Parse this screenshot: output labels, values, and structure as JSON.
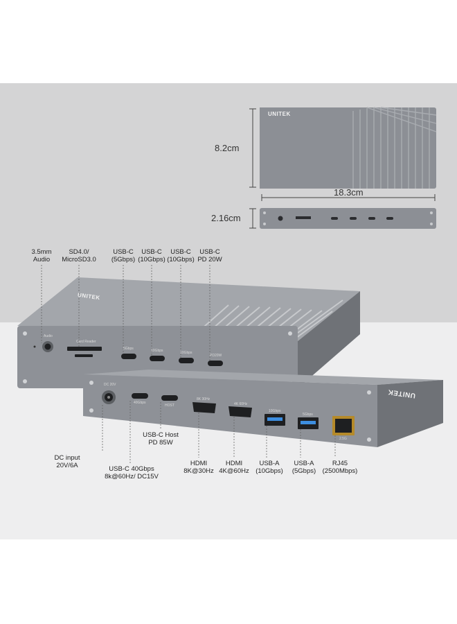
{
  "dimensions": {
    "height": "8.2cm",
    "width": "18.3cm",
    "depth": "2.16cm"
  },
  "brand": "UNITEK",
  "front_ports": [
    {
      "line1": "3.5mm",
      "line2": "Audio"
    },
    {
      "line1": "SD4.0/",
      "line2": "MicroSD3.0"
    },
    {
      "line1": "USB-C",
      "line2": "(5Gbps)"
    },
    {
      "line1": "USB-C",
      "line2": "(10Gbps)"
    },
    {
      "line1": "USB-C",
      "line2": "(10Gbps)"
    },
    {
      "line1": "USB-C",
      "line2": "PD 20W"
    }
  ],
  "rear_ports": [
    {
      "line1": "DC input",
      "line2": "20V/6A"
    },
    {
      "line1": "USB-C 40Gbps",
      "line2": "8k@60Hz/ DC15V"
    },
    {
      "line1": "USB-C Host",
      "line2": "PD 85W"
    },
    {
      "line1": "HDMI",
      "line2": "8K@30Hz"
    },
    {
      "line1": "HDMI",
      "line2": "4K@60Hz"
    },
    {
      "line1": "USB-A",
      "line2": "(10Gbps)"
    },
    {
      "line1": "USB-A",
      "line2": "(5Gbps)"
    },
    {
      "line1": "RJ45",
      "line2": "(2500Mbps)"
    }
  ],
  "device_print": {
    "audio": "Audio",
    "card_reader": "Card Reader",
    "c5": "5Gbps",
    "c10": "10Gbps",
    "pd": "PD20W",
    "dc": "DC 20V",
    "tb": "40Gbps",
    "host": "HOST",
    "hdmi8k": "8K 30Hz",
    "hdmi4k": "4K 60Hz",
    "a10": "10Gbps",
    "a5": "5Gbps",
    "rj": "2.5G"
  },
  "colors": {
    "body": "#8e9197",
    "body_dark": "#6f7277",
    "usb_a_blue": "#3d8ee0"
  }
}
